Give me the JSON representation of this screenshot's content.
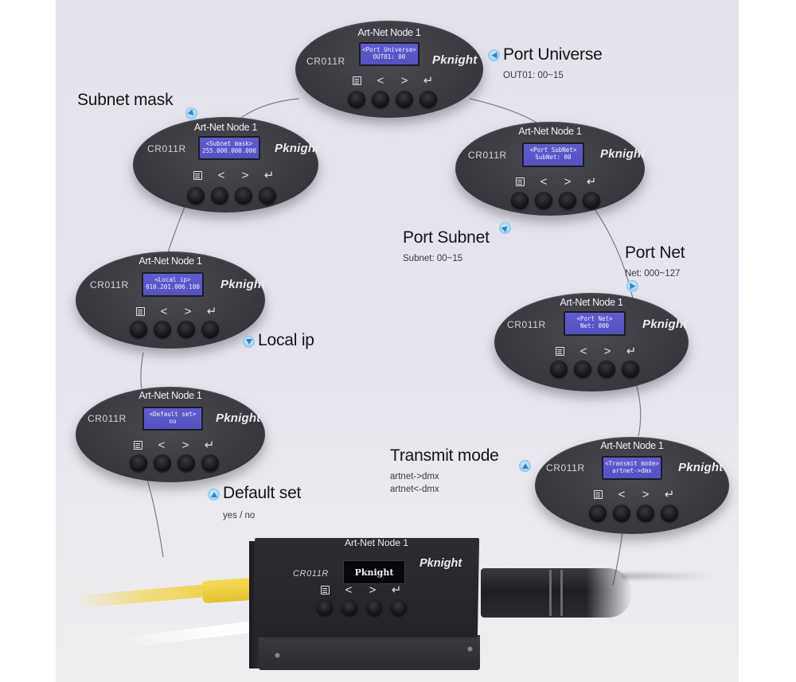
{
  "panel_common": {
    "title": "Art-Net Node 1",
    "model": "CR011R",
    "brand": "Pknight",
    "icons": [
      "menu-icon",
      "chevron-left-icon",
      "chevron-right-icon",
      "enter-icon"
    ],
    "icon_glyphs": [
      "",
      "<",
      ">",
      "↵"
    ]
  },
  "panels": [
    {
      "id": "port-universe",
      "lcd_line1": "<Port Universe>",
      "lcd_line2": "OUT01: 00"
    },
    {
      "id": "subnet-mask",
      "lcd_line1": "<Subnet mask>",
      "lcd_line2": "255.000.000.000"
    },
    {
      "id": "port-subnet",
      "lcd_line1": "<Port SubNet>",
      "lcd_line2": "SubNet: 00"
    },
    {
      "id": "local-ip",
      "lcd_line1": "<Local ip>",
      "lcd_line2": "010.201.006.100"
    },
    {
      "id": "port-net",
      "lcd_line1": "<Port Net>",
      "lcd_line2": "Net: 000"
    },
    {
      "id": "default-set",
      "lcd_line1": "<Default set>",
      "lcd_line2": "no"
    },
    {
      "id": "transmit-mode",
      "lcd_line1": "<Transmit mode>",
      "lcd_line2": "artnet->dmx"
    }
  ],
  "callouts": {
    "port_universe": {
      "heading": "Port Universe",
      "sub": [
        "OUT01: 00~15"
      ]
    },
    "subnet_mask": {
      "heading": "Subnet mask",
      "sub": []
    },
    "port_subnet": {
      "heading": "Port Subnet",
      "sub": [
        "Subnet: 00~15"
      ]
    },
    "port_net": {
      "heading": "Port Net",
      "sub": [
        "Net: 000~127"
      ]
    },
    "local_ip": {
      "heading": "Local ip",
      "sub": []
    },
    "transmit_mode": {
      "heading": "Transmit mode",
      "sub": [
        "artnet->dmx",
        "artnet<-dmx"
      ]
    },
    "default_set": {
      "heading": "Default set",
      "sub": [
        "yes / no"
      ]
    }
  },
  "device": {
    "title": "Art-Net Node 1",
    "model": "CR011R",
    "brand": "Pknight",
    "oled_text": "Pknight"
  },
  "colors": {
    "background": "#e5e4ed",
    "panel": "#3b3b41",
    "lcd": "#5a56c8",
    "pin_icon": "#9fd3f2",
    "cable": "#f0d34c"
  }
}
